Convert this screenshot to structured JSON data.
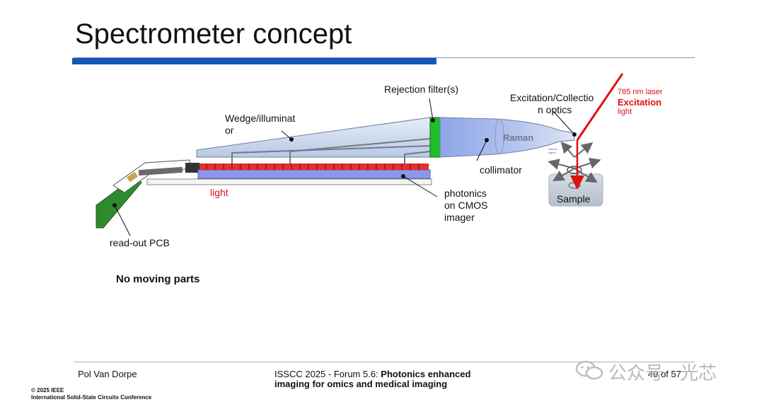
{
  "slide": {
    "title": "Spectrometer concept",
    "note": "No moving parts"
  },
  "diagram": {
    "rejection_filter": "Rejection filter(s)",
    "excitation_collection_line1": "Excitation/Collectio",
    "excitation_collection_line2": "n optics",
    "laser_wavelength": "785 nm laser",
    "excitation": "Excitation",
    "excitation_light": "light",
    "wedge_line1": "Wedge/illuminat",
    "wedge_line2": "or",
    "raman": "Raman",
    "raman_signal_line1": "Raman",
    "raman_signal_line2": "signal",
    "collimator": "collimator",
    "light": "light",
    "photonics_line1": "photonics",
    "photonics_line2": "on CMOS",
    "photonics_line3": "imager",
    "sample": "Sample",
    "readout_pcb": "read-out PCB"
  },
  "footer": {
    "author": "Pol Van Dorpe",
    "conference_prefix": "ISSCC 2025 - Forum 5.6: ",
    "talk_line1": "Photonics enhanced",
    "talk_line2": "imaging for omics and medical imaging",
    "page": "49 of 57",
    "copyright_line1": "© 2025 IEEE",
    "copyright_line2": "International Solid-State Circuits Conference",
    "watermark": "公众号 · 光芯"
  },
  "colors": {
    "accent_blue": "#1358b5",
    "laser_red": "#dd1111",
    "filter_green": "#1fbf2a",
    "pcb_green": "#2f8a2f"
  }
}
